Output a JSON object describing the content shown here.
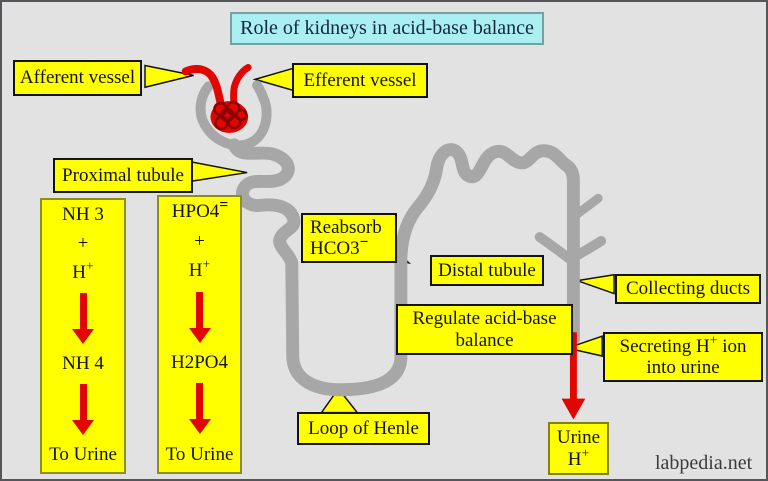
{
  "title": "Role of kidneys in acid-base balance",
  "watermark": "labpedia.net",
  "colors": {
    "background": "#e2e2e2",
    "label_yellow": "#ffff00",
    "title_cyan": "#aaf0f0",
    "nephron_gray": "#a7a7a7",
    "arrow_red": "#e10600",
    "glomerulus_red": "#e10600"
  },
  "callouts": {
    "afferent_vessel": "Afferent vessel",
    "efferent_vessel": "Efferent vessel",
    "proximal_tubule": "Proximal tubule",
    "reabsorb": {
      "line1": "Reabsorb",
      "formula": "HCO3",
      "sup": "−"
    },
    "distal_tubule": "Distal tubule",
    "regulate": {
      "line1": "Regulate acid-base",
      "line2": "balance"
    },
    "collecting_ducts": "Collecting ducts",
    "secreting": {
      "pre": "Secreting H",
      "sup": "+",
      "post": " ion",
      "line2": "into urine"
    },
    "loop_of_henle": "Loop of Henle",
    "urine": {
      "line1": "Urine",
      "base": "H",
      "sup": "+"
    }
  },
  "reactions": {
    "ammonia": {
      "reactant": "NH 3",
      "plus": "+",
      "ion_base": "H",
      "ion_sup": "+",
      "product": "NH 4",
      "fate": "To Urine"
    },
    "phosphate": {
      "reactant_base": "HPO4",
      "reactant_sup": "=",
      "plus": "+",
      "ion_base": "H",
      "ion_sup": "+",
      "product": "H2PO4",
      "fate": "To Urine"
    }
  }
}
